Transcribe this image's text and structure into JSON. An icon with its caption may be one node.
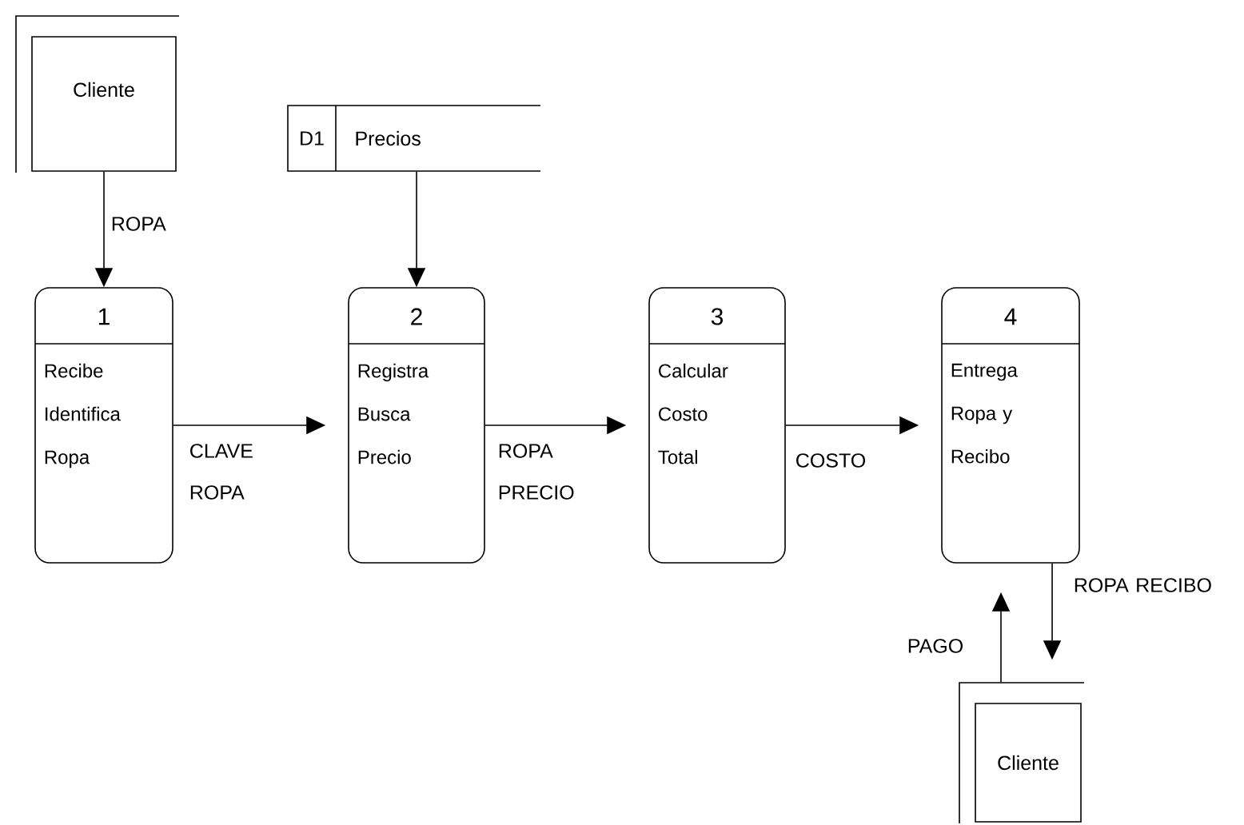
{
  "diagram": {
    "nodes": [
      {
        "text": [
          "Cliente"
        ]
      },
      {
        "text": [
          "D1",
          "Precios"
        ]
      },
      {
        "text": [
          "1",
          "Recibe Identifica Ropa"
        ]
      },
      {
        "text": [
          "2",
          "Registra Busca Precio"
        ]
      },
      {
        "text": [
          "3",
          "Calcular Costo Total"
        ]
      },
      {
        "text": [
          "4",
          "Entrega Ropa y Recibo"
        ]
      },
      {
        "text": [
          "Cliente"
        ]
      }
    ],
    "edges": [
      {
        "from": 0,
        "to": 2,
        "arrow": "to",
        "label": "ROPA"
      },
      {
        "from": 1,
        "to": 3,
        "arrow": "to"
      },
      {
        "from": 2,
        "to": 3,
        "arrow": "to",
        "label": "CLAVE ROPA"
      },
      {
        "from": 3,
        "to": 4,
        "arrow": "to",
        "label": "ROPA PRECIO"
      },
      {
        "from": 4,
        "to": 5,
        "arrow": "to",
        "label": "COSTO"
      },
      {
        "from": 5,
        "to": 6,
        "arrow": "to",
        "label": "ROPA RECIBO"
      },
      {
        "from": 6,
        "to": 5,
        "arrow": "to",
        "label": "PAGO"
      }
    ]
  }
}
